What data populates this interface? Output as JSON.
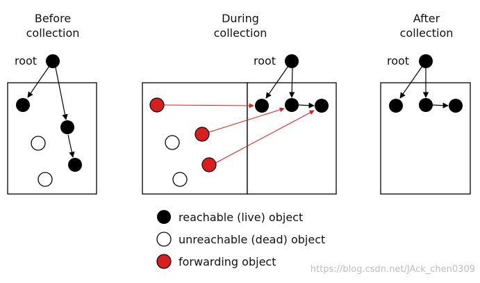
{
  "panels": {
    "before": {
      "title_line1": "Before",
      "title_line2": "collection",
      "root_label": "root"
    },
    "during": {
      "title_line1": "During",
      "title_line2": "collection",
      "root_label": "root"
    },
    "after": {
      "title_line1": "After",
      "title_line2": "collection",
      "root_label": "root"
    }
  },
  "legend": [
    {
      "label": "reachable (live) object",
      "color": "#000000"
    },
    {
      "label": "unreachable (dead) object",
      "color": "#ffffff"
    },
    {
      "label": "forwarding object",
      "color": "#d81e1e"
    }
  ],
  "watermark": "https://blog.csdn.net/JAck_chen0309",
  "colors": {
    "live": "#000000",
    "dead": "#ffffff",
    "forwarding": "#d81e1e",
    "forward_arrow": "#d81e1e"
  }
}
